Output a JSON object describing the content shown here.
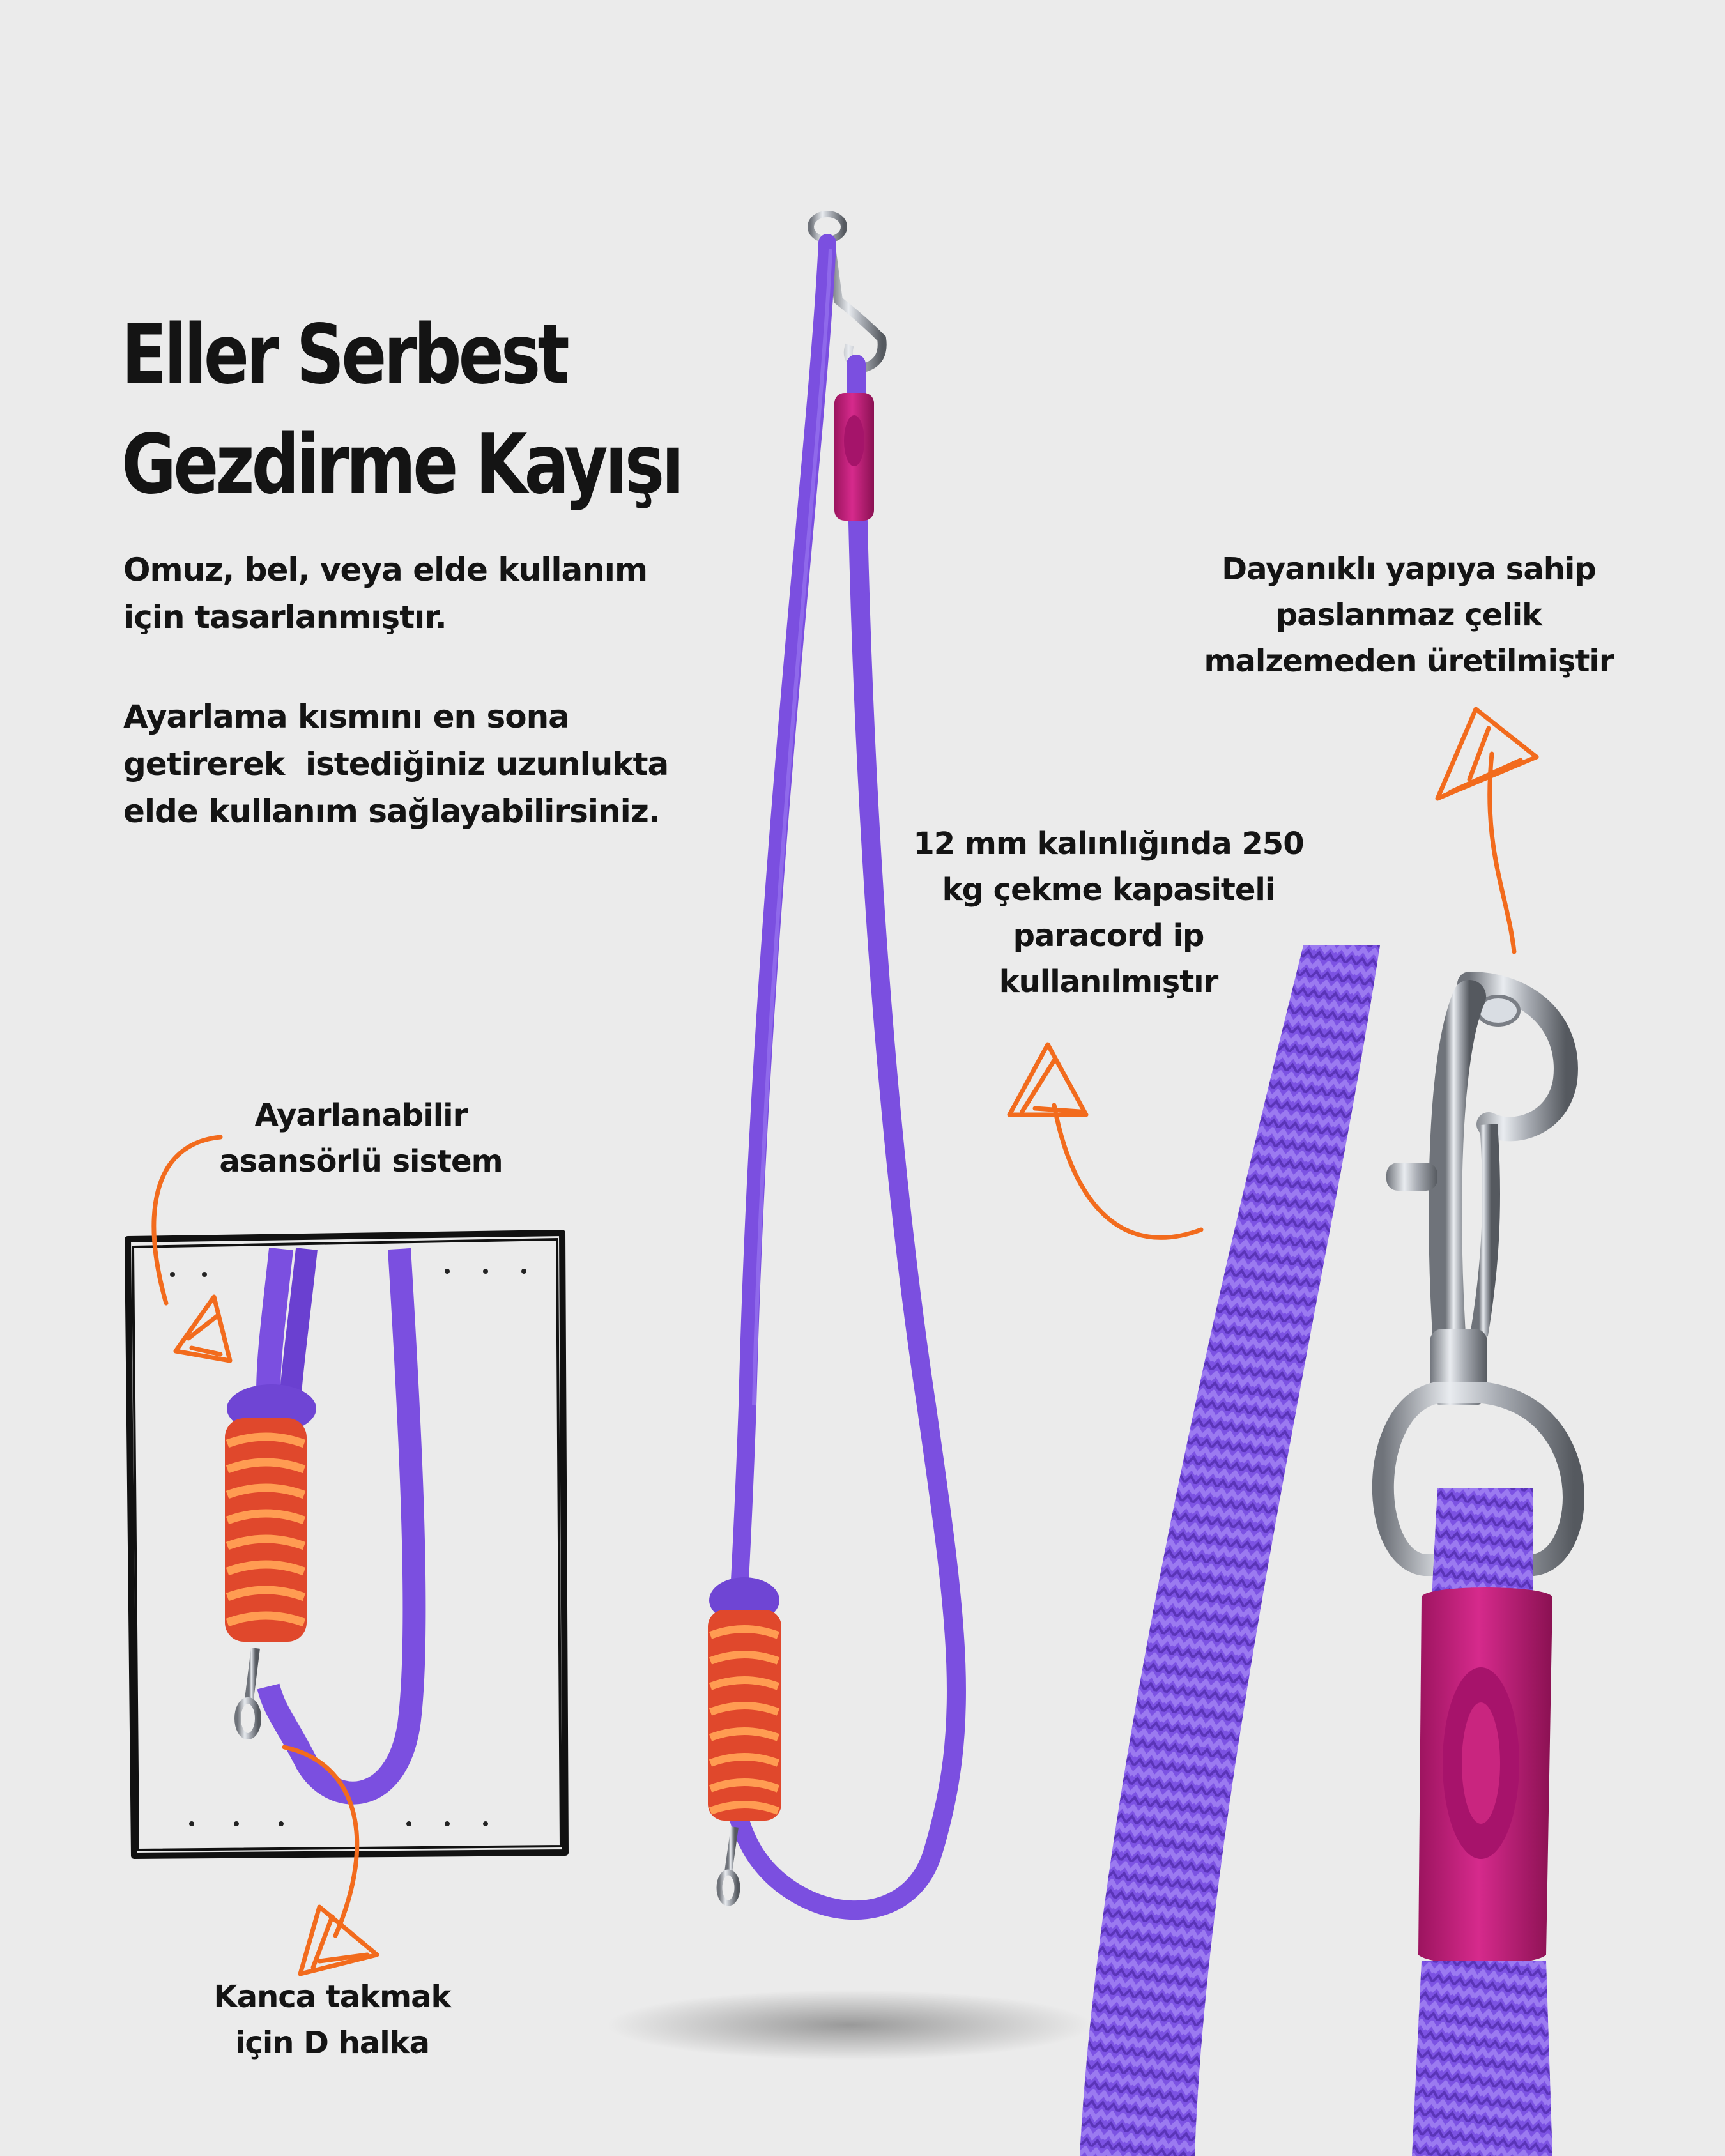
{
  "heading": {
    "line1": "Eller Serbest",
    "line2": "Gezdirme Kayışı"
  },
  "intro": {
    "usage_line1": "Omuz, bel, veya elde kullanım",
    "usage_line2": "için tasarlanmıştır.",
    "adjust_line1": "Ayarlama kısmını en sona",
    "adjust_line2": "getirerek  istediğiniz uzunlukta",
    "adjust_line3": "elde kullanım sağlayabilirsiniz."
  },
  "callouts": {
    "steel": {
      "line1": "Dayanıklı yapıya sahip",
      "line2": "paslanmaz çelik",
      "line3": "malzemeden üretilmiştir"
    },
    "rope": {
      "line1": "12 mm kalınlığında 250",
      "line2": "kg çekme kapasiteli",
      "line3": "paracord ip",
      "line4": "kullanılmıştır"
    },
    "adjustable": {
      "line1": "Ayarlanabilir",
      "line2": "asansörlü sistem"
    },
    "d_ring": {
      "line1": "Kanca takmak",
      "line2": "için D halka"
    }
  },
  "colors": {
    "background": "#ebebeb",
    "rope_purple": "#7b4fe0",
    "accent_orange": "#f26b1d",
    "stopper_pink": "#c21d7c",
    "wrap_red": "#e8472a",
    "steel": "#b8bcc4"
  }
}
